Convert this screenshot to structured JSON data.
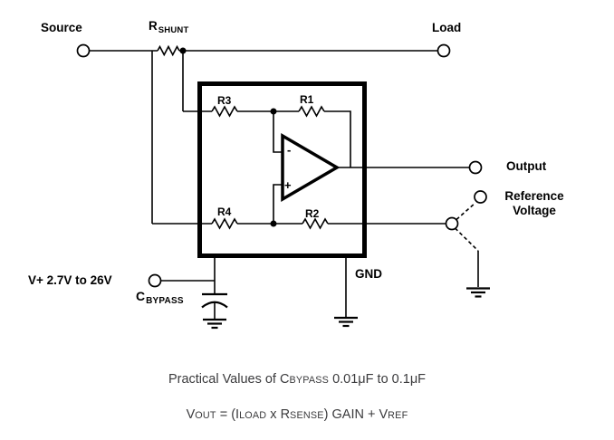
{
  "labels": {
    "source": "Source",
    "load": "Load",
    "output": "Output",
    "reference": {
      "line1": "Reference",
      "line2": "Voltage"
    },
    "supply": "V+ 2.7V to 26V",
    "gnd": "GND",
    "rshunt": {
      "main": "R",
      "sub": "SHUNT"
    },
    "cbypass": {
      "main": "C",
      "sub": "BYPASS"
    },
    "r1": "R1",
    "r2": "R2",
    "r3": "R3",
    "r4": "R4",
    "opamp": {
      "inverting": "-",
      "noninverting": "+"
    }
  },
  "notes": {
    "practical": {
      "parts": [
        "Practical Values of C",
        "BYPASS",
        " 0.01μF to 0.1μF"
      ]
    },
    "formula": {
      "parts": [
        "V",
        "OUT",
        " = (I",
        "LOAD",
        " x R",
        "SENSE",
        ") GAIN + V",
        "REF"
      ]
    }
  },
  "colors": {
    "line": "#000000",
    "label": "#000000",
    "note": "#3b3b3d",
    "background": "#ffffff"
  }
}
